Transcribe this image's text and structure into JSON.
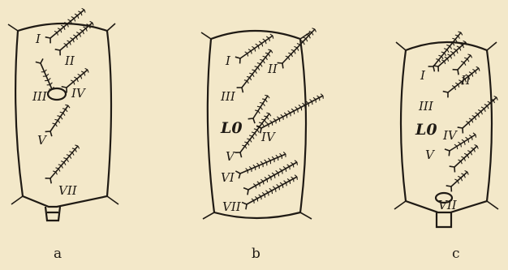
{
  "panels": [
    {
      "id": "a",
      "caption": "a",
      "labels": [
        "I",
        "II",
        "III",
        "IV",
        "V",
        "VII"
      ],
      "lo_label": ""
    },
    {
      "id": "b",
      "caption": "b",
      "labels": [
        "I",
        "II",
        "III",
        "IV",
        "V",
        "VI",
        "VII"
      ],
      "lo_label": "L0"
    },
    {
      "id": "c",
      "caption": "c",
      "labels": [
        "I",
        "II",
        "III",
        "IV",
        "V",
        "VII"
      ],
      "lo_label": "L0"
    }
  ]
}
